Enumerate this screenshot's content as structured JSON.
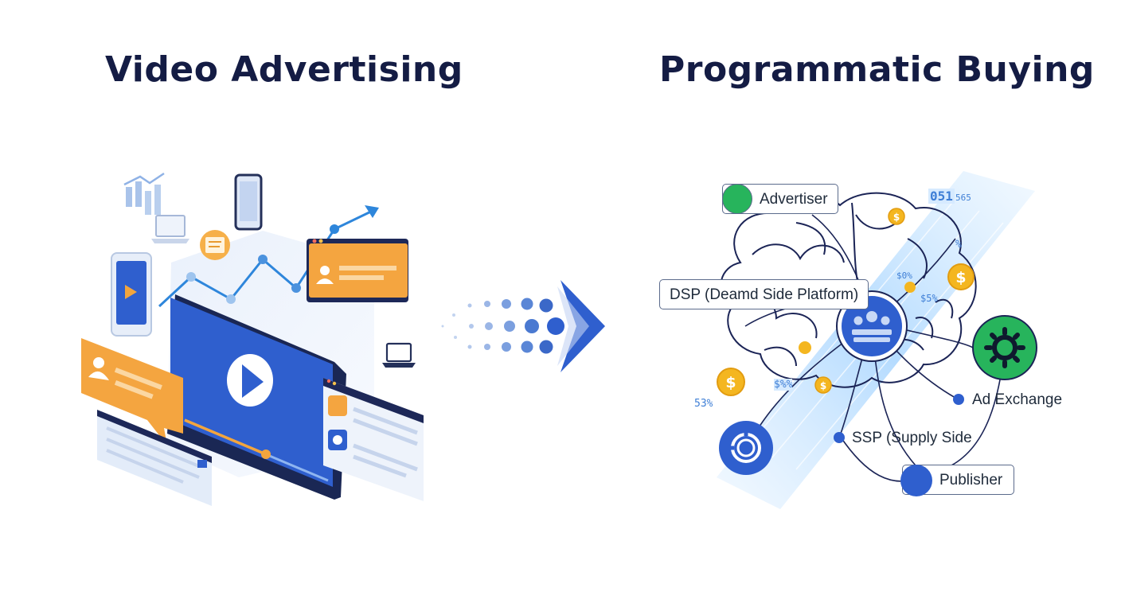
{
  "titles": {
    "left": "Video Advertising",
    "right": "Programmatic Buying"
  },
  "nodes": {
    "advertiser": "Advertiser",
    "dsp": "DSP (Deamd Side Platform)",
    "ad_exchange": "Ad Exchange",
    "ssp": "SSP (Supply Side",
    "publisher": "Publisher"
  },
  "floating_numbers": [
    "051",
    "565",
    "%",
    "$5%",
    "$0%",
    "53%",
    "$%%"
  ],
  "colors": {
    "navy": "#141c44",
    "blue": "#2f5fce",
    "orange": "#f3a53d",
    "green": "#27b45c",
    "gold": "#f4b620"
  },
  "icons": [
    "play-icon",
    "user-icon",
    "bar-chart-icon",
    "trend-arrow-icon",
    "smartphone-icon",
    "laptop-icon",
    "gear-icon",
    "target-icon",
    "team-icon",
    "coin-icon",
    "chevron-arrow-icon"
  ]
}
